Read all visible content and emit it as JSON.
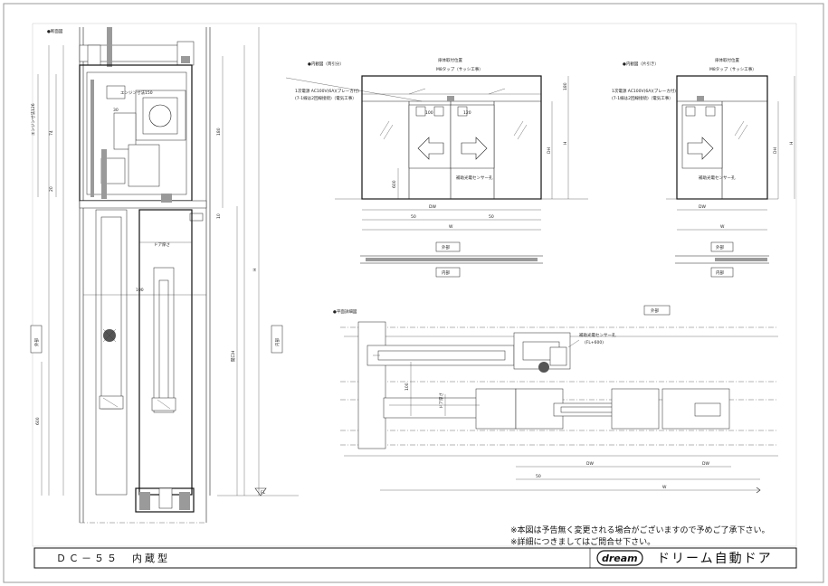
{
  "labels": {
    "section_view": "●断面図",
    "elev_double": "●内観図（両引分）",
    "elev_single": "●内観図（片引き）",
    "plan_view": "●平面詳細図",
    "engine_dim_label": "エンジン寸法126",
    "engine_size": "エンジン寸法150",
    "door_thickness": "ドア厚さ",
    "outside": "外部",
    "inside": "内部",
    "floor_line": "FL",
    "sensor_pos": "扉体取付位置",
    "m8_tap": "M8タップ（サッシ工事）",
    "power_note_1": "1次電源 AC100V(6A)(ブレーカ付)",
    "power_note_2": "(7-1線は2回線接続)（電気工事）",
    "aux_sensor": "補助光電センサー孔",
    "aux_sensor_plan": "補助光電センサー孔",
    "fl_600": "(FL+600)",
    "door_open_h": "開口H",
    "dim_W": "W",
    "dim_H": "H",
    "dim_DW": "DW",
    "dim_DH": "DH",
    "dim_180": "180",
    "dim_74": "74",
    "dim_20": "20",
    "dim_100": "100",
    "dim_120": "120",
    "dim_150": "150",
    "dim_50": "50",
    "dim_600": "600",
    "dim_10": "10",
    "dim_30": "30"
  },
  "notes": {
    "note1": "※本図は予告無く変更される場合がございますので予めご了承下さい。",
    "note2": "※詳細につきましてはご問合せ下さい。"
  },
  "title_block": {
    "model": "ＤＣ－５５　内蔵型",
    "logo_text": "dream",
    "brand": "ドリーム自動ドア"
  }
}
